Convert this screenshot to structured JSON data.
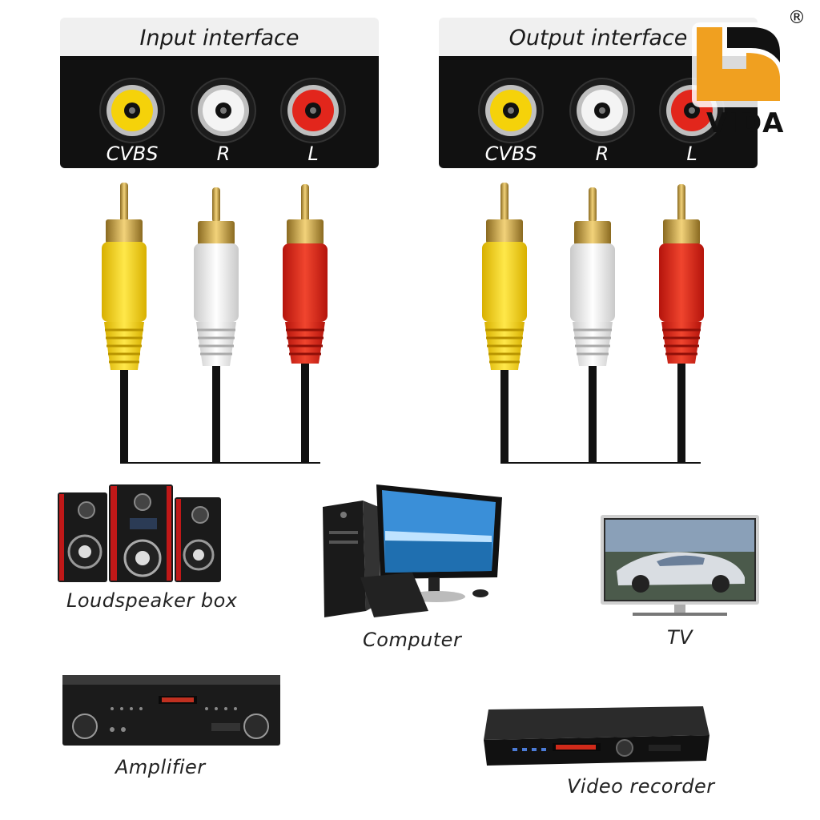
{
  "panels": {
    "input": {
      "title": "Input interface",
      "jacks": [
        "CVBS",
        "R",
        "L"
      ]
    },
    "output": {
      "title": "Output interface",
      "jacks": [
        "CVBS",
        "R",
        "L"
      ]
    }
  },
  "colors": {
    "yellow": "#f5d20a",
    "white": "#eeeeee",
    "red": "#e2261c",
    "gold": "#c8a040",
    "logo_orange": "#f0a020"
  },
  "devices": [
    {
      "label": "Loudspeaker box",
      "icon": "speaker-system-icon"
    },
    {
      "label": "Computer",
      "icon": "desktop-computer-icon"
    },
    {
      "label": "TV",
      "icon": "tv-icon"
    },
    {
      "label": "Amplifier",
      "icon": "amplifier-icon"
    },
    {
      "label": "Video recorder",
      "icon": "video-recorder-icon"
    }
  ],
  "logo": {
    "text": "VIDA",
    "registered": "®"
  }
}
